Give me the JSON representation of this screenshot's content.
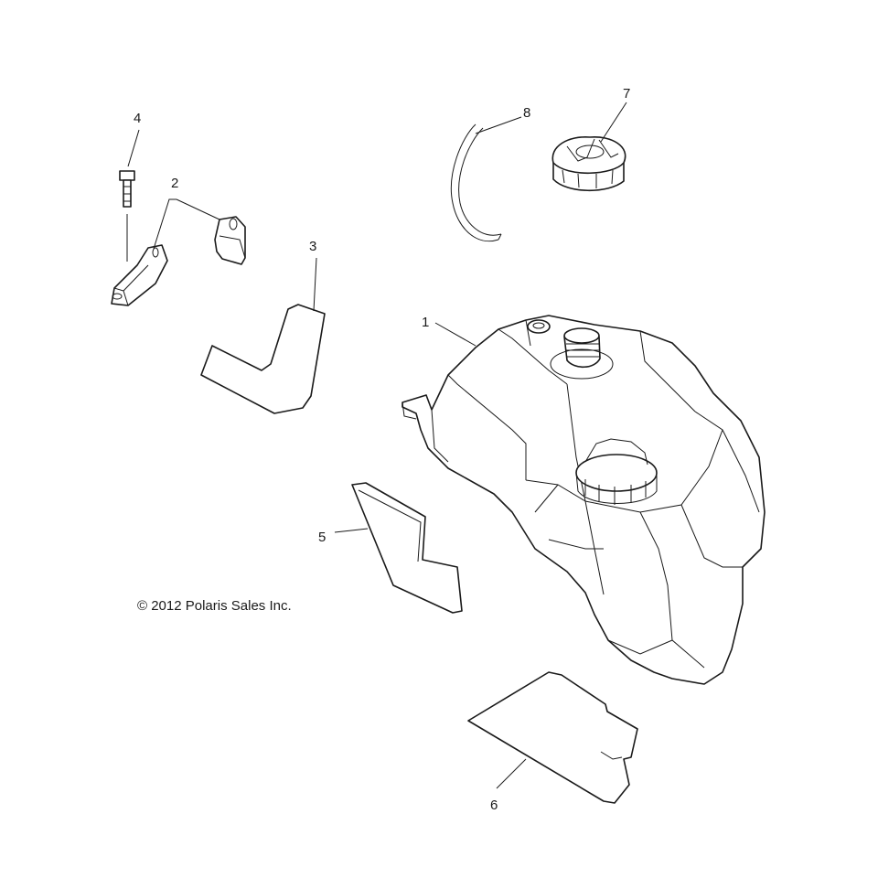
{
  "diagram": {
    "callouts": {
      "c1": "1",
      "c2": "2",
      "c3": "3",
      "c4": "4",
      "c5": "5",
      "c6": "6",
      "c7": "7",
      "c8": "8"
    },
    "copyright": "© 2012 Polaris Sales Inc."
  }
}
